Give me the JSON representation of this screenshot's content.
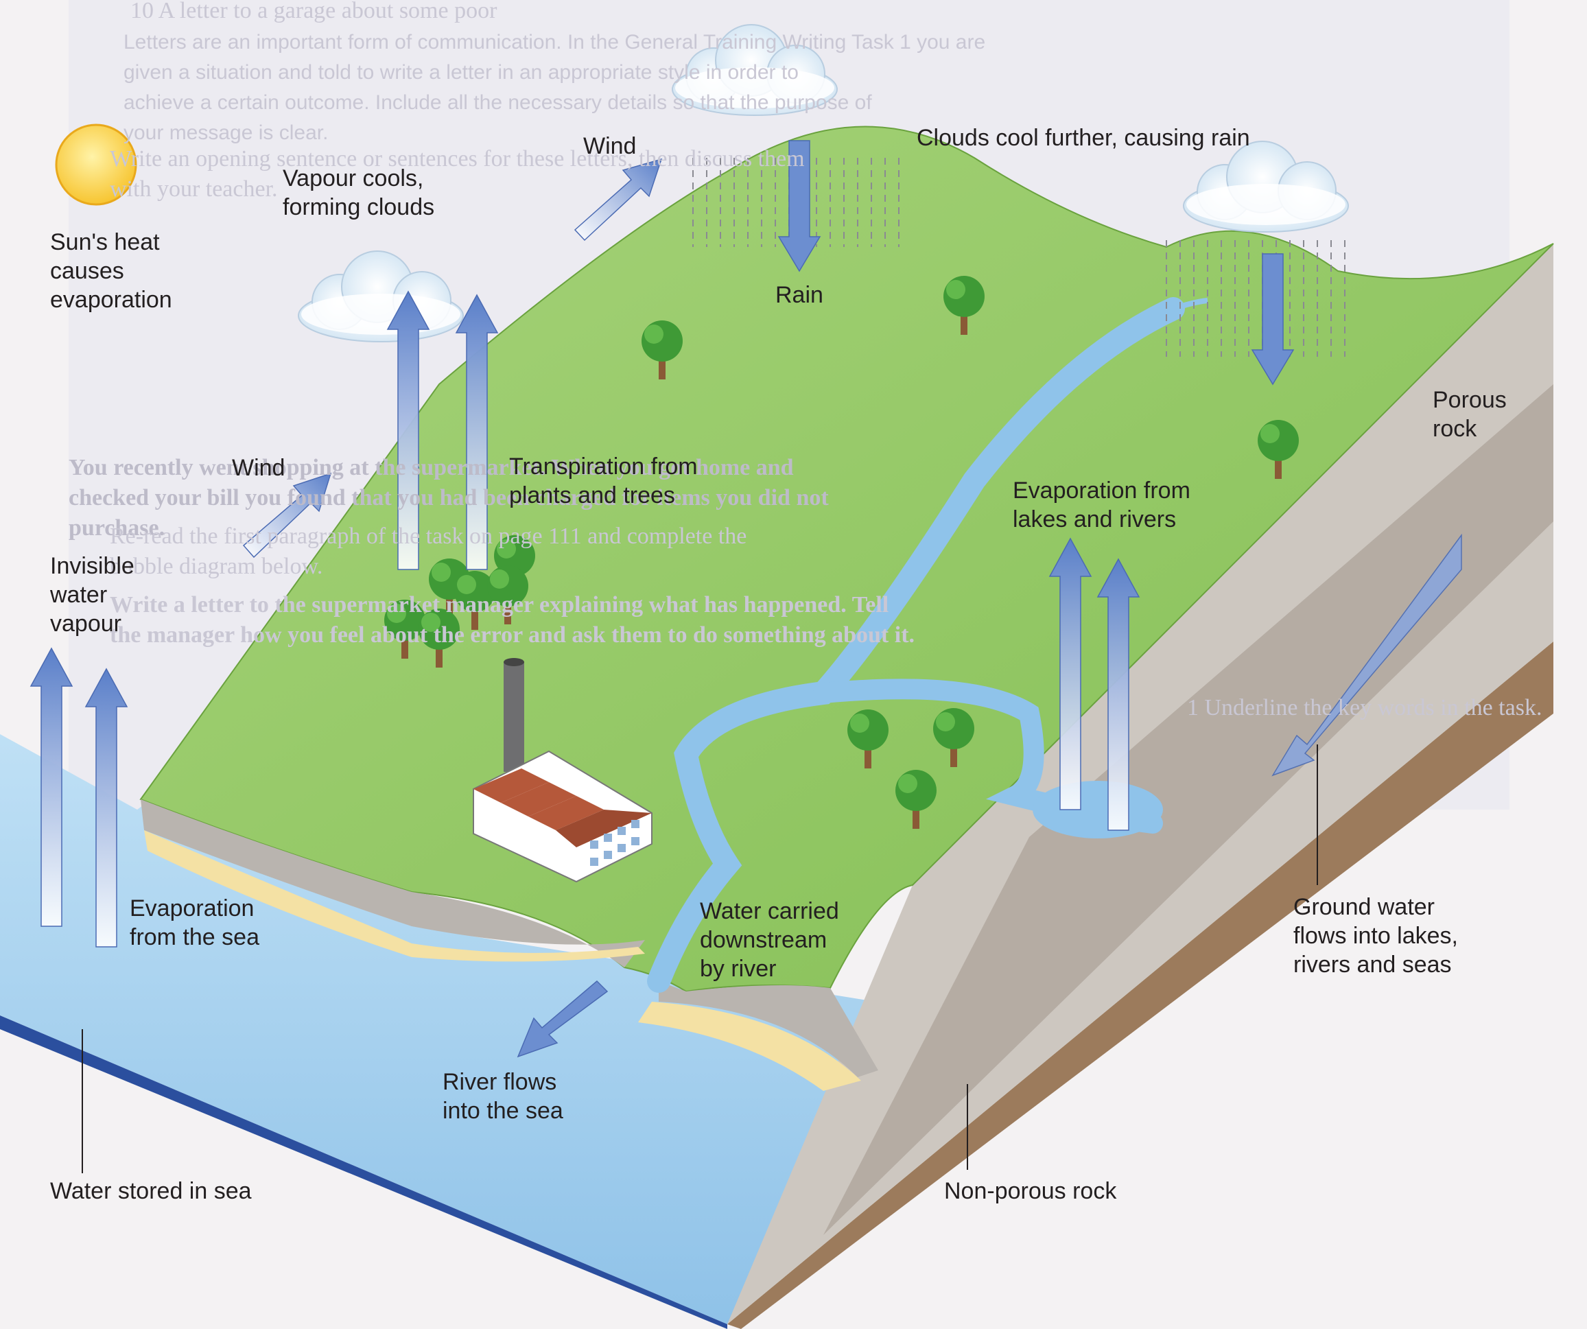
{
  "colors": {
    "page": "#f4f2f3",
    "sea": "#a9d1ef",
    "land": "#8fc660",
    "river": "#93c6ea",
    "sun": "#fbd44a",
    "arrow": "#6c8ed0",
    "rock_light": "#cdc7c0",
    "rock_dark": "#9c7b5c",
    "background_text": "#c9c7d4"
  },
  "background_text": {
    "line_1": "10  A letter to a garage about some poor",
    "line_2": "Letters are an important form of communication. In the General Training Writing Task 1 you are\ngiven a situation and told to write a letter in an appropriate style in order to\nachieve a certain outcome. Include all the necessary details so that the purpose of\nyour message is clear.",
    "line_3": "Write an opening sentence or sentences for these letters, then discuss them\nwith your teacher.",
    "line_4": "You recently went shopping at the supermarket. When you got home and\nchecked your bill you found that you had been charged for items you did not\npurchase.",
    "line_5": "Write a letter to the supermarket manager explaining what has happened. Tell\nthe manager how you feel about the error and ask them to do something about it.",
    "line_6": "Re-read the first paragraph of the task on page 111 and complete the\nbubble diagram below.",
    "line_7": "1  Underline the key words in the task."
  },
  "labels": {
    "suns_heat": "Sun's heat\ncauses\nevaporation",
    "vapour_cools": "Vapour cools,\nforming clouds",
    "wind_top": "Wind",
    "clouds_cool": "Clouds cool further, causing rain",
    "rain": "Rain",
    "wind_left": "Wind",
    "transpiration": "Transpiration from\nplants and trees",
    "invisible_vapour": "Invisible\nwater\nvapour",
    "evaporation_lakes": "Evaporation from\nlakes and rivers",
    "porous_rock": "Porous\nrock",
    "evaporation_sea": "Evaporation\nfrom the sea",
    "water_carried": "Water carried\ndownstream\nby river",
    "groundwater": "Ground water\nflows into lakes,\nrivers and seas",
    "river_flows": "River flows\ninto the sea",
    "water_stored": "Water stored in sea",
    "non_porous": "Non-porous rock"
  },
  "icons": {
    "sun": "sun-icon",
    "cloud": "cloud-icon",
    "tree": "tree-icon",
    "factory": "factory-icon",
    "arrow": "flow-arrow-icon"
  }
}
